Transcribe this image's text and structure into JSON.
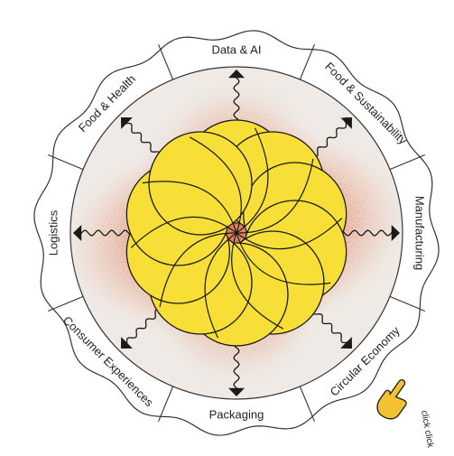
{
  "segments": [
    {
      "label": "Data & AI"
    },
    {
      "label": "Food & Sustainability"
    },
    {
      "label": "Manufacturing"
    },
    {
      "label": "Circular Economy"
    },
    {
      "label": "Packaging"
    },
    {
      "label": "Consumer Experiences"
    },
    {
      "label": "Logistics"
    },
    {
      "label": "Food & Health"
    }
  ],
  "hint": {
    "text": "click click"
  },
  "colors": {
    "ring_fill": "#ffffff",
    "ring_stroke": "#333333",
    "inner_disk": "#efeae6",
    "glow": "#d9582b",
    "flower_fill": "#f7df38",
    "flower_stroke": "#1a1a1a",
    "hand_fill": "#f2c230"
  },
  "icons": {
    "hint": "pointing-hand-icon"
  }
}
